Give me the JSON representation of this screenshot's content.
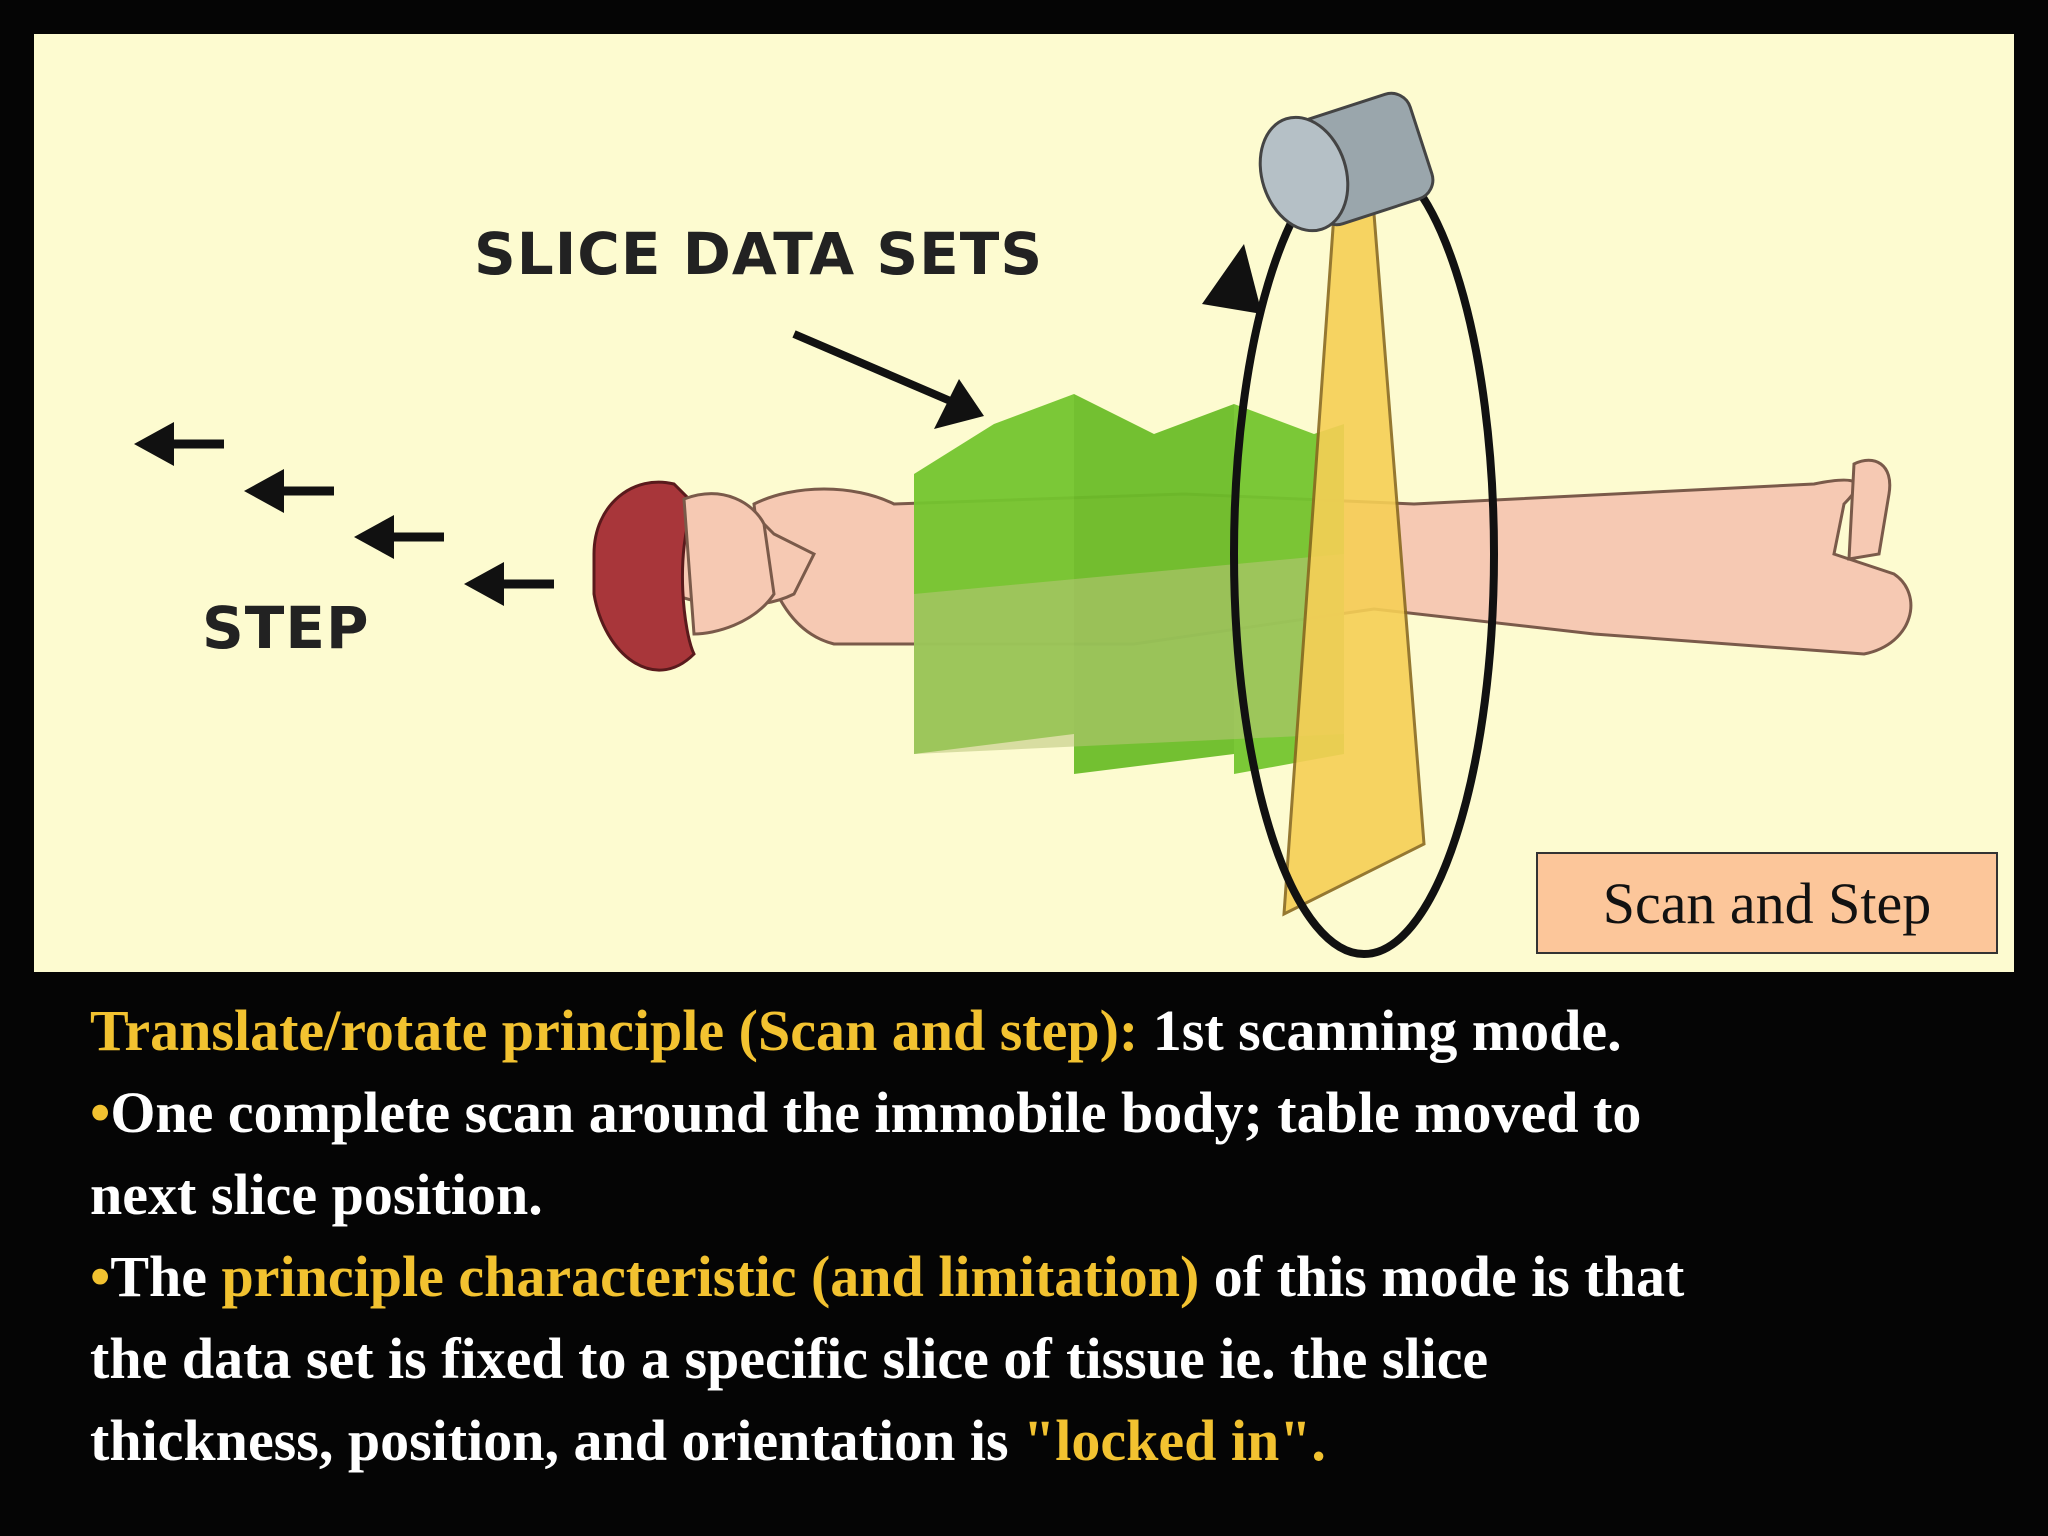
{
  "figure": {
    "label_slice_data_sets": "SLICE DATA SETS",
    "label_step": "STEP",
    "caption_box": "Scan and Step"
  },
  "text": {
    "line1_highlight": "Translate/rotate principle (Scan and step):",
    "line1_rest": " 1st scanning mode.",
    "bullet": "•",
    "line2": "One complete scan around the immobile body; table moved to",
    "line3": "next slice position.",
    "line4_start": "The ",
    "line4_highlight": "principle characteristic (and limitation)",
    "line4_end": " of this mode is that",
    "line5": "the data set is fixed to a specific slice of tissue ie. the slice",
    "line6_start": "thickness, position, and orientation is ",
    "line6_highlight": "\"locked in\"."
  },
  "colors": {
    "highlight": "#f2c230",
    "panel_background": "#fdfbd0",
    "slice_green": "#74c52e",
    "beam_yellow": "#f6cf56",
    "caption_box": "#fcc69a"
  }
}
